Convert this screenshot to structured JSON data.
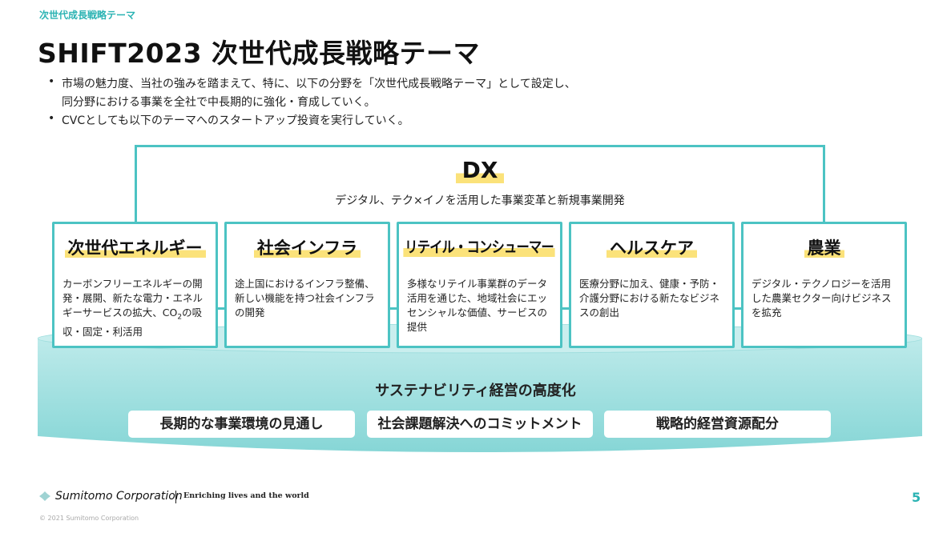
{
  "header": {
    "section": "次世代成長戦略テーマ",
    "title": "SHIFT2023 次世代成長戦略テーマ"
  },
  "bullets": [
    "市場の魅力度、当社の強みを踏まえて、特に、以下の分野を「次世代成長戦略テーマ」として設定し、",
    "同分野における事業を全社で中長期的に強化・育成していく。",
    "CVCとしても以下のテーマへのスタートアップ投資を実行していく。"
  ],
  "bullet_symbol": "•",
  "dx": {
    "title": "DX",
    "subtitle": "デジタル、テク×イノを活用した事業変革と新規事業開発"
  },
  "themes": [
    {
      "title": "次世代エネルギー",
      "body_pre": "カーボンフリーエネルギーの開発・展開、新たな電力・エネルギーサービスの拡大、CO",
      "body_sub": "2",
      "body_post": "の吸収・固定・利活用"
    },
    {
      "title": "社会インフラ",
      "body": "途上国におけるインフラ整備、新しい機能を持つ社会インフラの開発"
    },
    {
      "title": "リテイル・コンシューマー",
      "body": "多様なリテイル事業群のデータ活用を通じた、地域社会にエッセンシャルな価値、サービスの提供"
    },
    {
      "title": "ヘルスケア",
      "body": "医療分野に加え、健康・予防・介護分野における新たなビジネスの創出"
    },
    {
      "title": "農業",
      "body": "デジタル・テクノロジーを活用した農業セクター向けビジネスを拡充"
    }
  ],
  "sustainability": {
    "title": "サステナビリティ経営の高度化",
    "pillars": [
      "長期的な事業環境の見通し",
      "社会課題解決へのコミットメント",
      "戦略的経営資源配分"
    ]
  },
  "footer": {
    "company": "Sumitomo Corporation",
    "tagline": "Enriching lives and the world",
    "copyright": "© 2021 Sumitomo Corporation",
    "page": "5"
  },
  "colors": {
    "accent": "#2bb3b3",
    "border": "#4cc3c3",
    "highlight": "#fbe27a",
    "platform": "#a9e3e3"
  }
}
